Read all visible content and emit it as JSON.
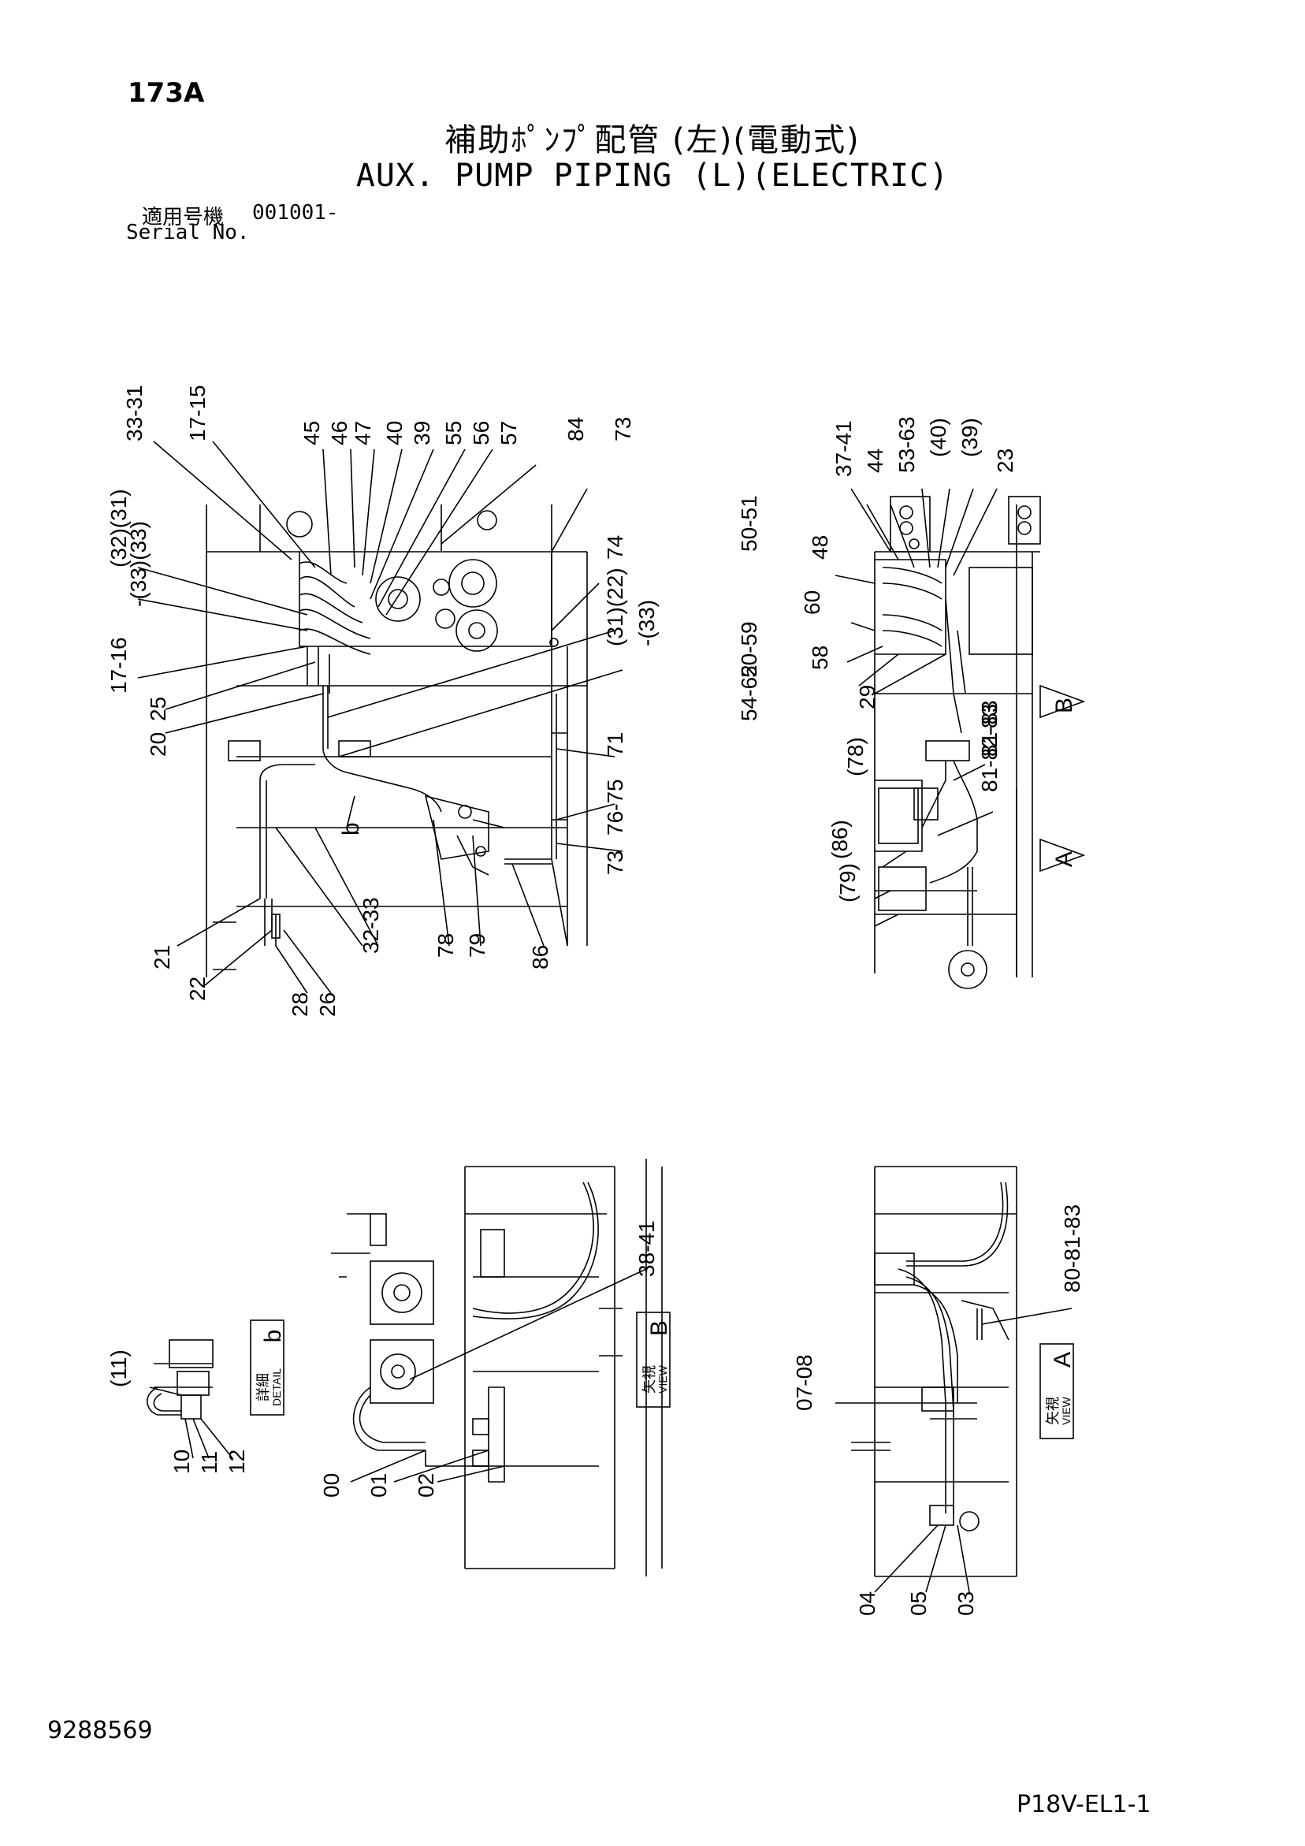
{
  "header": {
    "page_number": "173A",
    "title_jp": "補助ﾎﾟﾝﾌﾟ配管 (左)(電動式)",
    "title_en": "AUX. PUMP PIPING (L)(ELECTRIC)",
    "serial_label_jp": "適用号機",
    "serial_value": "001001-",
    "serial_label_en": "Serial No."
  },
  "footer": {
    "drawing_number": "9288569",
    "sheet_code": "P18V-EL1-1"
  },
  "views": {
    "view_b": {
      "label_jp": "矢視",
      "label_en": "VIEW",
      "letter": "B"
    },
    "view_a": {
      "label_jp": "矢視",
      "label_en": "VIEW",
      "letter": "A"
    },
    "detail_b": {
      "label_jp": "詳細",
      "label_en": "DETAIL",
      "letter": "b"
    }
  },
  "callouts": {
    "main_top": [
      "33-31",
      "17-15",
      "45",
      "46",
      "47",
      "40",
      "39",
      "55",
      "56",
      "57",
      "84",
      "73"
    ],
    "main_left": [
      "(32)(31)",
      "-(33)(33)",
      "17-16",
      "25",
      "20"
    ],
    "main_right": [
      "74",
      "(31)(22)",
      "-(33)",
      "71",
      "76-75",
      "73"
    ],
    "main_bottom": [
      "21",
      "22",
      "28",
      "26",
      "32-33",
      "78",
      "79",
      "86"
    ],
    "main_marker": "b",
    "right_top": [
      "37-41",
      "44",
      "53-63",
      "(40)",
      "(39)",
      "23",
      "50-51",
      "48",
      "60",
      "50-59",
      "58",
      "54-62",
      "29"
    ],
    "right_markers": [
      "B",
      "A"
    ],
    "right_side": [
      "81-83",
      "81-82-83",
      "(78)",
      "(86)",
      "(79)"
    ],
    "view_b_part": [
      "38-41",
      "00",
      "01",
      "02"
    ],
    "detail_part": [
      "(11)",
      "10",
      "11",
      "12"
    ],
    "view_a_part": [
      "80-81-83",
      "07-08",
      "04",
      "05",
      "03"
    ]
  }
}
